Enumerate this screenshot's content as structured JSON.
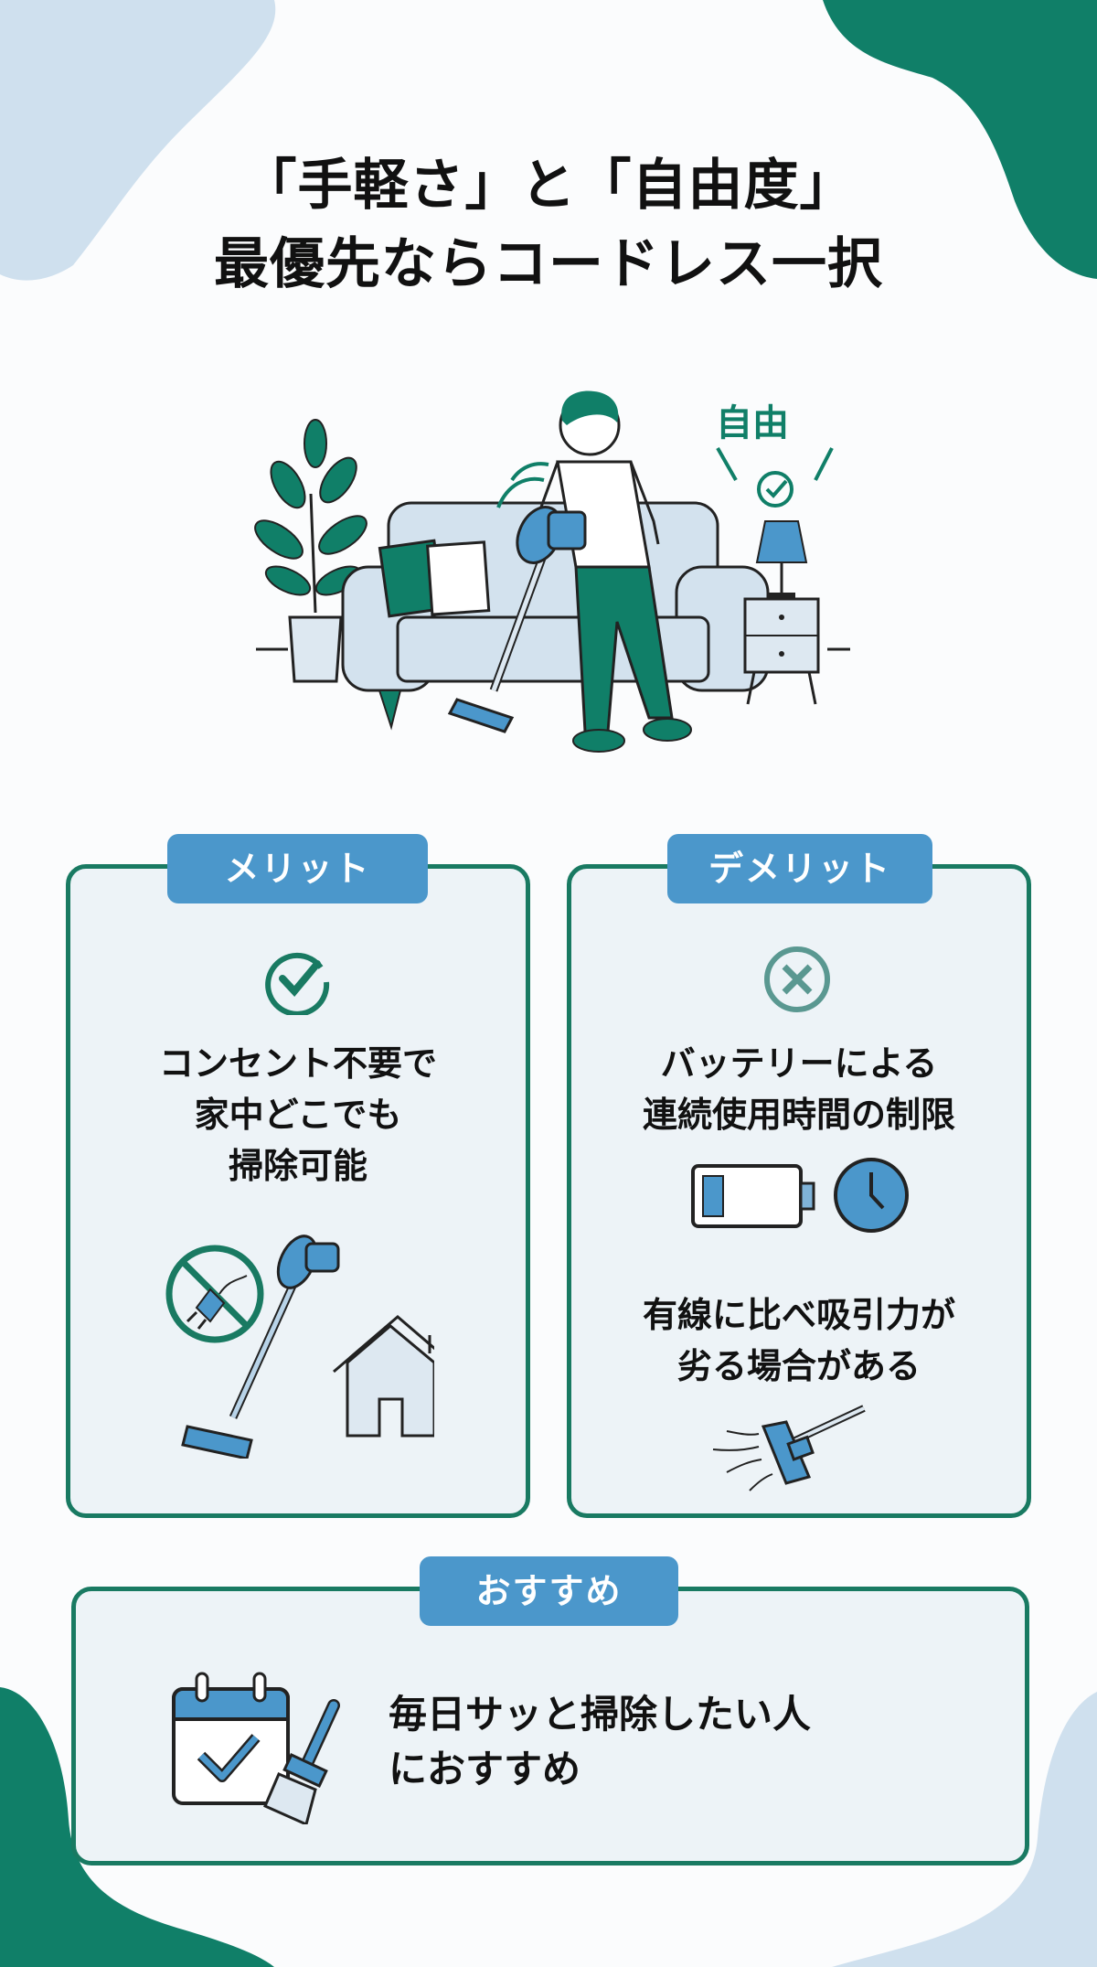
{
  "title": {
    "line1": "「手軽さ」と「自由度」",
    "line2": "最優先ならコードレス一択"
  },
  "hero": {
    "badge_label": "自由",
    "icons": [
      "plant-icon",
      "sofa-icon",
      "person-vacuuming-icon",
      "cordless-vacuum-icon",
      "lamp-icon",
      "nightstand-icon",
      "check-circle-icon"
    ]
  },
  "merit": {
    "tag": "メリット",
    "icon": "check-circle-icon",
    "lines": [
      "コンセント不要で",
      "家中どこでも",
      "掃除可能"
    ],
    "illustration": [
      "no-plug-icon",
      "stick-vacuum-icon",
      "house-icon"
    ]
  },
  "demerit": {
    "tag": "デメリット",
    "icon": "x-circle-icon",
    "point1": [
      "バッテリーによる",
      "連続使用時間の制限"
    ],
    "point1_icons": [
      "low-battery-icon",
      "clock-icon"
    ],
    "point2": [
      "有線に比べ吸引力が",
      "劣る場合がある"
    ],
    "point2_icon": "vacuum-head-icon"
  },
  "recommend": {
    "tag": "おすすめ",
    "lines": [
      "毎日サッと掃除したい人",
      "におすすめ"
    ],
    "icon": "calendar-broom-icon"
  },
  "colors": {
    "green": "#107f68",
    "green_border": "#197a62",
    "blue": "#4b97cb",
    "light_blue_blob": "#cfe0ee",
    "card_bg": "#edf3f7"
  }
}
